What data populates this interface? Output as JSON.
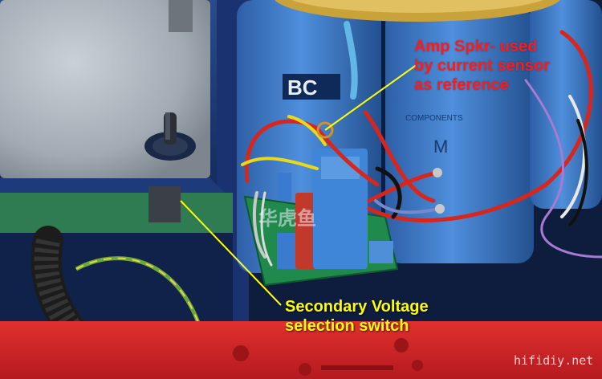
{
  "annotations": {
    "amp_lines": [
      "Amp Spkr- used",
      "by current sensor",
      "as reference"
    ],
    "switch_lines": [
      "Secondary Voltage",
      "selection switch"
    ]
  },
  "watermarks": {
    "center": "华虎鱼",
    "site": "hifidiy.net"
  },
  "colors": {
    "annotation_red": "#ff1a1a",
    "annotation_yellow": "#ffff00",
    "chassis_blue": "#1c3a78",
    "capacitor_blue": "#3f7ccc",
    "panel_red": "#d6252a",
    "pcb_green": "#1f8a4c",
    "transformer_grey": "#a9b1ba"
  },
  "objects": [
    "toroidal-transformer",
    "toggle-switch",
    "filter-capacitors",
    "current-sensor-pcb",
    "relay",
    "wire-harness"
  ]
}
